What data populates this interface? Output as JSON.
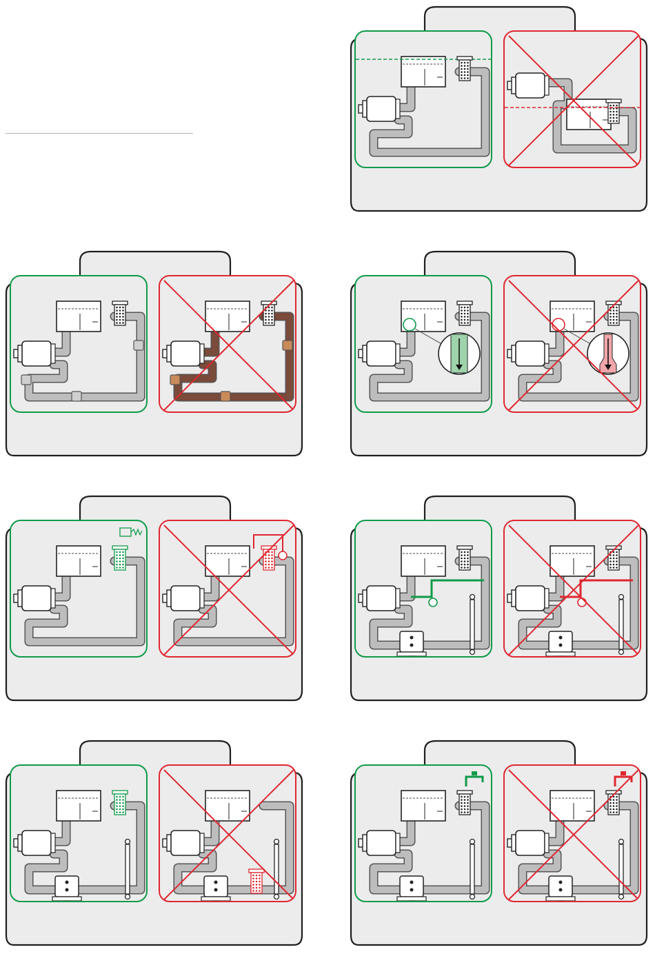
{
  "colors": {
    "correct_border": "#0e9a48",
    "wrong_border": "#e0262f",
    "card_fill": "#ececec",
    "card_stroke": "#1e1e1e",
    "pipe": "#bdbdbd",
    "pipe_outline": "#555555",
    "rusted_pipe": "#7a4a3a"
  },
  "cards": [
    {
      "id": "suction-height",
      "correct": [
        "tank",
        "pump",
        "pipe",
        "filter",
        "level-line"
      ],
      "wrong": [
        "tank",
        "pump",
        "pipe",
        "filter",
        "level-line",
        "cross"
      ]
    },
    {
      "id": "pipe-material",
      "correct": [
        "tank",
        "pump",
        "pipe",
        "filter",
        "couplings"
      ],
      "wrong": [
        "tank",
        "pump",
        "rusted-pipe",
        "filter",
        "couplings",
        "cross"
      ]
    },
    {
      "id": "pipe-diameter",
      "correct": [
        "tank",
        "pump",
        "pipe",
        "filter",
        "magnifier-straight"
      ],
      "wrong": [
        "tank",
        "pump",
        "pipe",
        "filter",
        "magnifier-narrowed",
        "cross"
      ]
    },
    {
      "id": "filter-monitoring",
      "correct": [
        "tank",
        "pump",
        "pipe",
        "filter-green",
        "pressure-switch"
      ],
      "wrong": [
        "tank",
        "pump",
        "pipe",
        "filter-red",
        "relief-valve",
        "cross"
      ]
    },
    {
      "id": "return-valve",
      "correct": [
        "tank",
        "pump",
        "pipe",
        "filter",
        "return-line-green",
        "motor",
        "cylinder"
      ],
      "wrong": [
        "tank",
        "pump",
        "pipe",
        "filter",
        "return-line-red",
        "motor",
        "cylinder",
        "cross"
      ]
    },
    {
      "id": "filter-position",
      "correct": [
        "tank",
        "pump",
        "pipe",
        "filter-green",
        "motor",
        "cylinder"
      ],
      "wrong": [
        "tank",
        "pump",
        "pipe",
        "filter-red",
        "motor",
        "cylinder",
        "cross"
      ]
    },
    {
      "id": "filling-point",
      "correct": [
        "tank",
        "pump",
        "pipe",
        "filter",
        "tap-green",
        "motor",
        "cylinder"
      ],
      "wrong": [
        "tank",
        "pump",
        "pipe",
        "filter",
        "tap-red",
        "motor",
        "cylinder",
        "cross"
      ]
    }
  ]
}
